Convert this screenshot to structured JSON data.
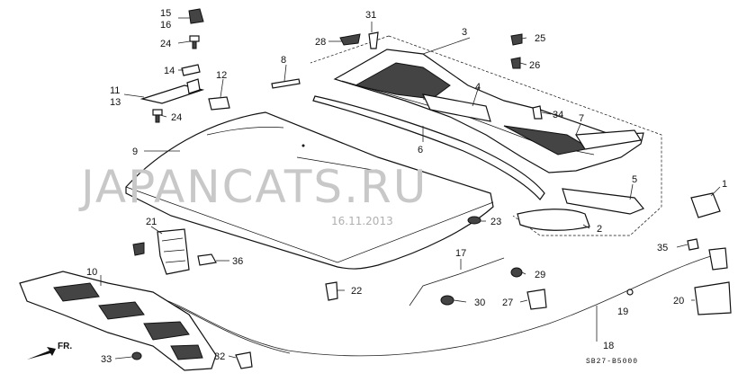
{
  "watermark": "JAPANCATS.RU",
  "date": "16.11.2013",
  "diagram_code": "SB27-B5000",
  "front_marker": "FR.",
  "callouts": {
    "c1": "1",
    "c2": "2",
    "c3": "3",
    "c4": "4",
    "c5": "5",
    "c6": "6",
    "c7": "7",
    "c8": "8",
    "c9": "9",
    "c10": "10",
    "c11": "11",
    "c12": "12",
    "c13": "13",
    "c14": "14",
    "c15": "15",
    "c16": "16",
    "c17": "17",
    "c18": "18",
    "c19": "19",
    "c20": "20",
    "c21": "21",
    "c22": "22",
    "c23": "23",
    "c24a": "24",
    "c24b": "24",
    "c25": "25",
    "c26": "26",
    "c27": "27",
    "c28": "28",
    "c29": "29",
    "c30": "30",
    "c31": "31",
    "c32": "32",
    "c33": "33",
    "c34": "34",
    "c35": "35",
    "c36": "36"
  }
}
